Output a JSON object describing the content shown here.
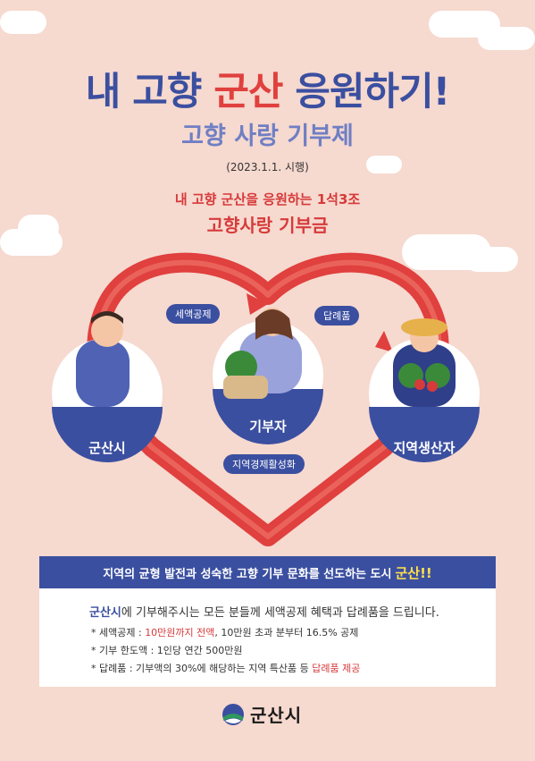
{
  "title": {
    "part1": "내 고향 ",
    "accent": "군산",
    "part2": " 응원하기!",
    "subtitle": "고향 사랑 기부제",
    "date": "(2023.1.1. 시행)",
    "slogan_line1": "내 고향 군산을 응원하는 1석3조",
    "slogan_line2": "고향사랑 기부금"
  },
  "diagram": {
    "tag_tax": "세액공제",
    "tag_gift": "답례품",
    "tag_economy": "지역경제활성화",
    "circle_left": "군산시",
    "circle_center": "기부자",
    "circle_right": "지역생산자"
  },
  "banner": {
    "text": "지역의 균형 발전과 성숙한 고향 기부 문화를 선도하는 도시",
    "highlight": "군산!!"
  },
  "info": {
    "lead_bold": "군산시",
    "lead_rest": "에 기부해주시는 모든 분들께 세액공제 혜택과 답례품을 드립니다.",
    "item1_prefix": "* 세액공제 : ",
    "item1_red": "10만원까지 전액",
    "item1_suffix": ", 10만원 초과 분부터 16.5% 공제",
    "item2": "* 기부 한도액 : 1인당 연간 500만원",
    "item3_prefix": "* 답례품 : 기부액의 30%에 해당하는 지역 특산품 등 ",
    "item3_red": "답례품 제공"
  },
  "footer": {
    "logo_text": "군산시"
  },
  "colors": {
    "primary": "#3b4fa0",
    "accent": "#e0403e",
    "background": "#f6d9cf",
    "highlight": "#ffe04d"
  }
}
